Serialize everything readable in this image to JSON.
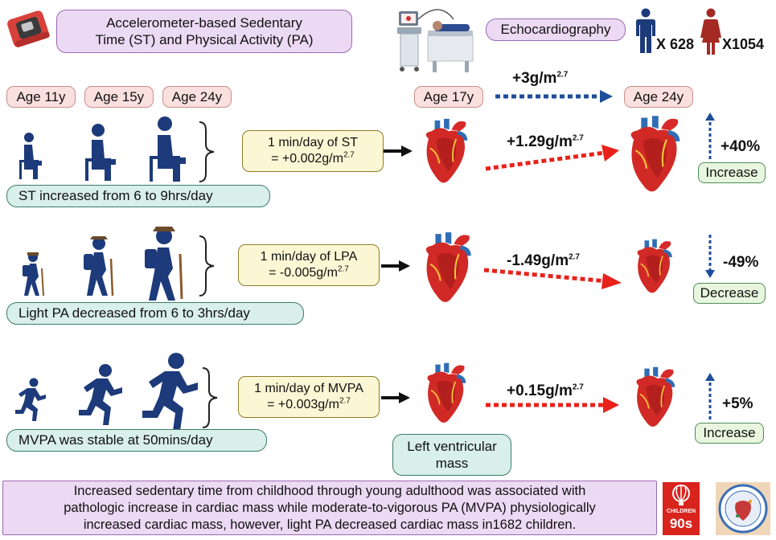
{
  "header": {
    "title_line1": "Accelerometer-based Sedentary",
    "title_line2": "Time (ST) and Physical Activity (PA)",
    "echo_label": "Echocardiography",
    "male_count": "X 628",
    "female_count": "X1054"
  },
  "ages": {
    "age11": "Age 11y",
    "age15": "Age 15y",
    "age24_left": "Age 24y",
    "age17": "Age 17y",
    "age24_right": "Age 24y"
  },
  "overall_change": {
    "value": "+3g/m",
    "exp": "2.7"
  },
  "rows": [
    {
      "caption": "ST increased from 6 to 9hrs/day",
      "effect_line1": "1 min/day of ST",
      "effect_line2": "= +0.002g/m",
      "effect_exp": "2.7",
      "change_value": "+1.29g/m",
      "change_exp": "2.7",
      "pct": "+40%",
      "direction": "Increase"
    },
    {
      "caption": "Light PA decreased from 6 to 3hrs/day",
      "effect_line1": "1 min/day of LPA",
      "effect_line2": "= -0.005g/m",
      "effect_exp": "2.7",
      "change_value": "-1.49g/m",
      "change_exp": "2.7",
      "pct": "-49%",
      "direction": "Decrease"
    },
    {
      "caption": "MVPA was stable at 50mins/day",
      "effect_line1": "1 min/day of MVPA",
      "effect_line2": "= +0.003g/m",
      "effect_exp": "2.7",
      "change_value": "+0.15g/m",
      "change_exp": "2.7",
      "pct": "+5%",
      "direction": "Increase"
    }
  ],
  "lvm_label_line1": "Left ventricular",
  "lvm_label_line2": "mass",
  "conclusion_line1": "Increased sedentary time from childhood through young adulthood was associated with",
  "conclusion_line2": "pathologic increase in cardiac mass while moderate-to-vigorous PA (MVPA) physiologically",
  "conclusion_line3": "increased cardiac mass, however, light PA decreased cardiac mass in1682 children.",
  "logo_text_line1": "CHILDREN",
  "logo_text_line2": "90s",
  "colors": {
    "navy": "#1d3a7a",
    "red_arrow": "#e8221b",
    "blue_arrow": "#1d4d9a",
    "male": "#1d3a7a",
    "female": "#a52a24"
  },
  "icons": [
    "accelerometer-icon",
    "echocardiography-machine-icon",
    "male-person-icon",
    "female-person-icon",
    "sitting-person-icon",
    "hiking-person-icon",
    "running-person-icon",
    "heart-icon",
    "balloon-logo-icon",
    "university-logo-icon"
  ]
}
